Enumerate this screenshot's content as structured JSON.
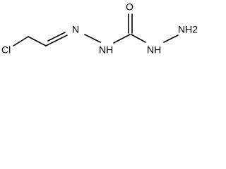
{
  "molecule": {
    "atom_labels": {
      "chlorine": "Cl",
      "imine_nitrogen": "N",
      "amide_nh": "NH",
      "carbonyl_oxygen": "O",
      "terminal_nh": "NH",
      "terminal_nh2": "NH2"
    },
    "colors": {
      "bond": "#000000",
      "label": "#000000",
      "background": "#ffffff"
    }
  }
}
